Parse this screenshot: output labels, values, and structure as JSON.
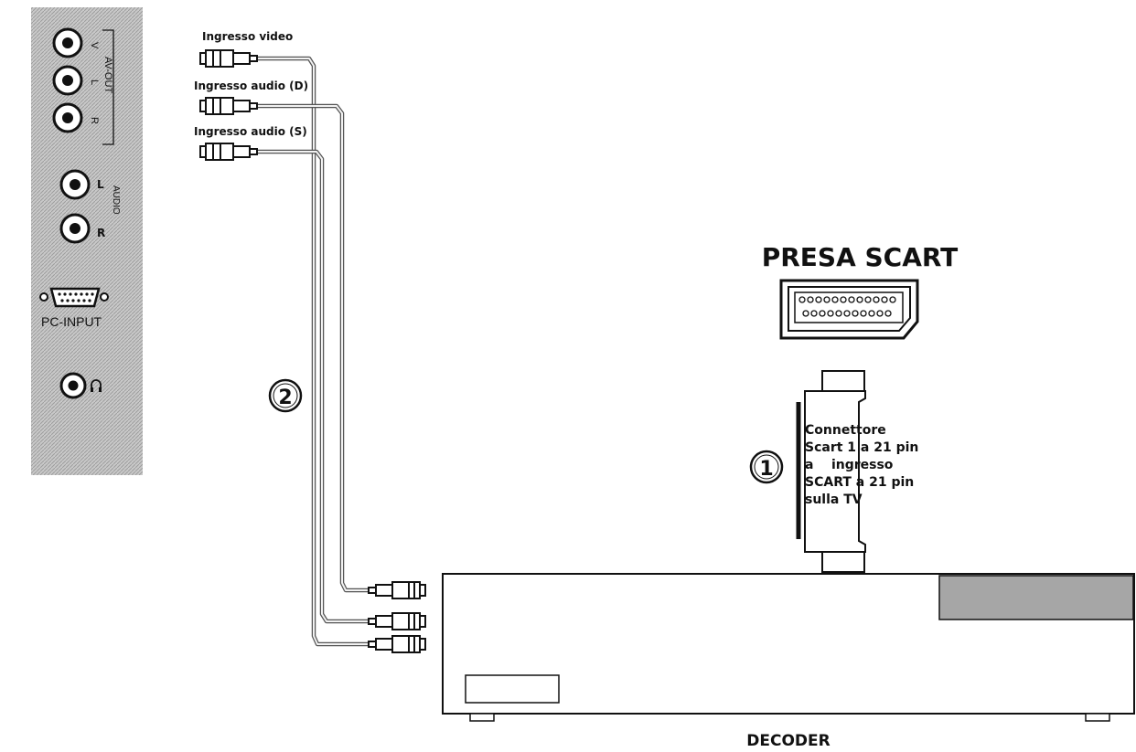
{
  "panel": {
    "av_out": {
      "label": "AV-OUT",
      "jacks": [
        "V",
        "L",
        "R"
      ]
    },
    "audio": {
      "label": "AUDIO",
      "jacks": [
        "L",
        "R"
      ]
    },
    "pc_input_label": "PC-INPUT",
    "headphone_icon": "headphone-icon"
  },
  "cables": {
    "labels": [
      "Ingresso video",
      "Ingresso audio (D)",
      "Ingresso audio (S)"
    ],
    "step_number": "2"
  },
  "scart": {
    "title": "PRESA SCART",
    "step_number": "1",
    "connector_text_lines": [
      "Connettore",
      "Scart 1 a 21 pin",
      "a    ingresso",
      "SCART a 21 pin",
      "sulla TV"
    ]
  },
  "decoder": {
    "label": "DECODER"
  },
  "colors": {
    "panel_bg": "#c8c8c8",
    "decoder_display": "#a6a6a6",
    "stroke": "#111111"
  }
}
